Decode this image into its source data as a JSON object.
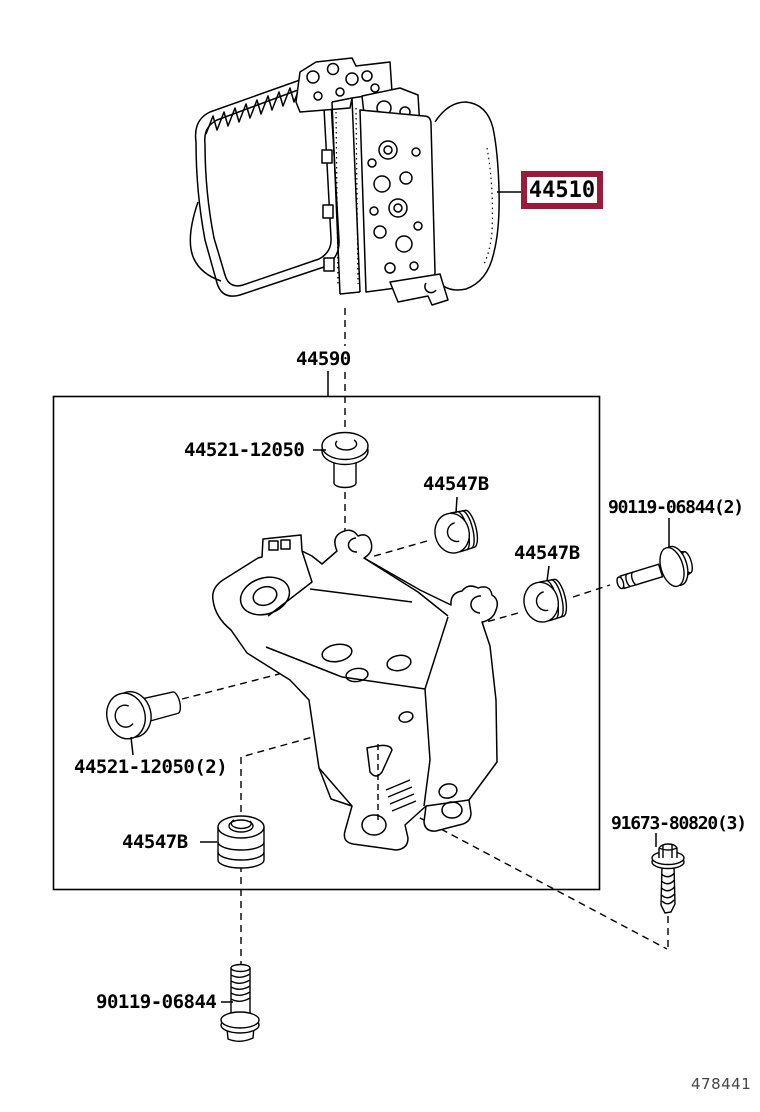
{
  "page": {
    "background": "#ffffff",
    "drawing_number": "478441"
  },
  "diagram": {
    "type": "parts-diagram",
    "selected_part": {
      "label": "44510",
      "box_color": "#9B1B3B",
      "description_hint": "actuator-assembly-highlighted-callout"
    },
    "assembly": {
      "label": "44590"
    },
    "callouts": [
      {
        "id": "clip-top",
        "label": "44521-12050"
      },
      {
        "id": "cushion-upper",
        "label": "44547B"
      },
      {
        "id": "cushion-middle",
        "label": "44547B"
      },
      {
        "id": "bolt-right",
        "label": "90119-06844(2)"
      },
      {
        "id": "clip-left",
        "label": "44521-12050(2)"
      },
      {
        "id": "cushion-lower",
        "label": "44547B"
      },
      {
        "id": "bolt-lower-right",
        "label": "91673-80820(3)"
      },
      {
        "id": "bolt-bottom",
        "label": "90119-06844"
      }
    ],
    "colors": {
      "line": "#000000",
      "highlight": "#9B1B3B",
      "background": "#ffffff"
    }
  }
}
